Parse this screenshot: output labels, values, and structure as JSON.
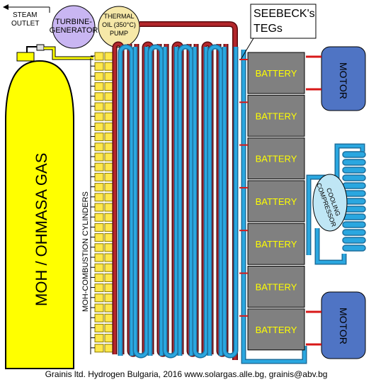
{
  "labels": {
    "steam_outlet_1": "STEAM",
    "steam_outlet_2": "OUTLET",
    "turbine_1": "TURBINE-",
    "turbine_2": "GENERATOR",
    "pump_1": "THERMAL",
    "pump_2": "OIL (350°C)",
    "pump_3": "PUMP",
    "seebeck_1": "SEEBECK's",
    "seebeck_2": "TEGs",
    "gas_tank": "MOH / OHMASA GAS",
    "cylinders": "MOH-COMBUSTION CYLINDERS",
    "compressor_1": "COOLING",
    "compressor_2": "COMPRESSOR",
    "motor_top": "MOTOR",
    "motor_bottom": "MOTOR",
    "footer": "Grainis ltd. Hydrogen Bulgaria, 2016 www.solargas.alle.bg, grainis@abv.bg"
  },
  "batteries": [
    "BATTERY",
    "BATTERY",
    "BATTERY",
    "BATTERY",
    "BATTERY",
    "BATTERY",
    "BATTERY"
  ],
  "colors": {
    "tank": "#ffff00",
    "cylinder": "#ffe84a",
    "oil": "#8b0e14",
    "oil_light": "#b3262b",
    "coolant": "#2aa7e0",
    "battery": "#808080",
    "motor": "#4f74c4",
    "turbine": "#c9b6f2",
    "pump": "#f6e8a8",
    "wire": "#d81818"
  }
}
